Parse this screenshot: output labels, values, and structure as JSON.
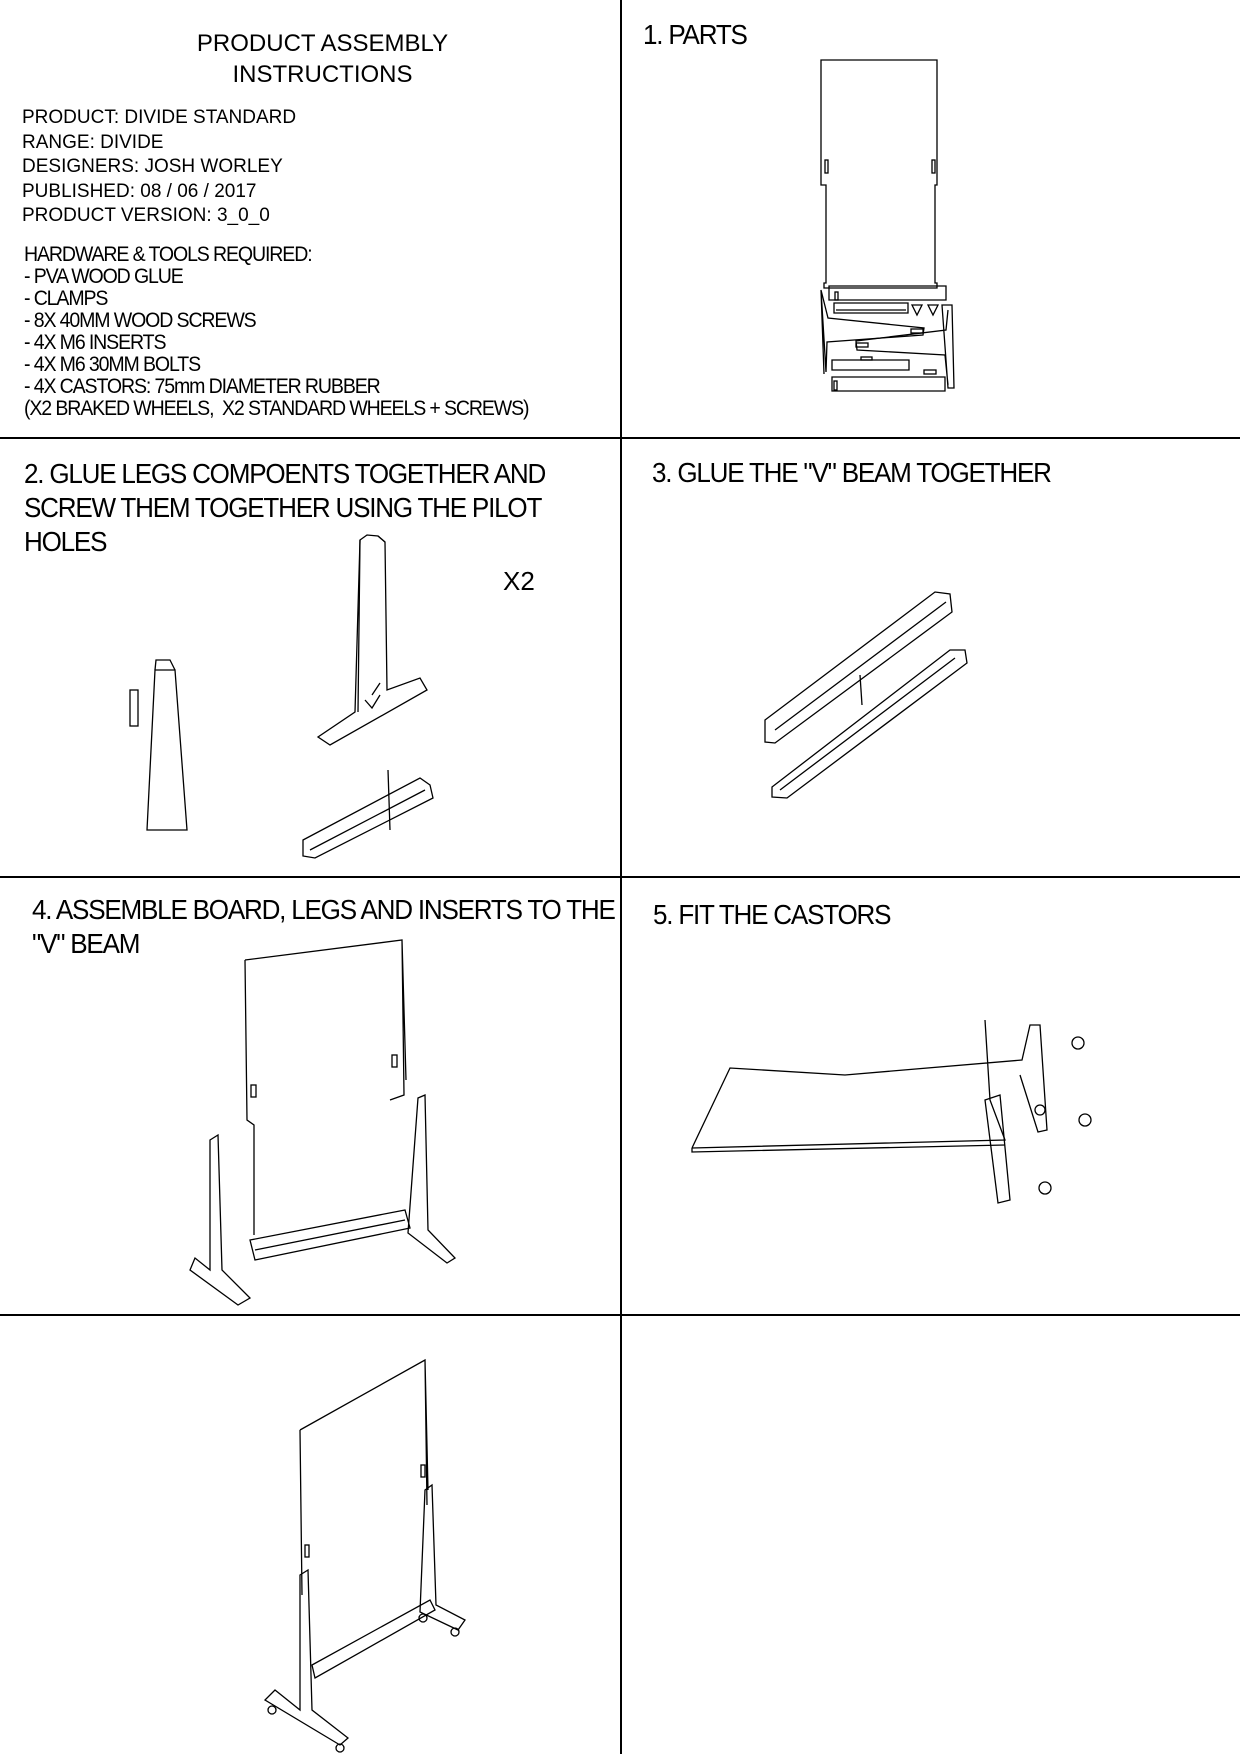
{
  "header": {
    "title_lines": [
      "PRODUCT ASSEMBLY",
      "INSTRUCTIONS"
    ],
    "info": [
      "PRODUCT: DIVIDE STANDARD",
      "RANGE: DIVIDE",
      "DESIGNERS: JOSH WORLEY",
      "PUBLISHED: 08 / 06 / 2017",
      "PRODUCT VERSION: 3_0_0"
    ],
    "hardware_title": "HARDWARE & TOOLS REQUIRED:",
    "hardware": [
      "- PVA WOOD GLUE",
      "- CLAMPS",
      "- 8X 40MM WOOD SCREWS",
      "- 4X M6 INSERTS",
      "- 4X M6 30MM BOLTS",
      "- 4X CASTORS: 75mm DIAMETER RUBBER",
      "(X2 BRAKED WHEELS,  X2 STANDARD WHEELS + SCREWS)"
    ]
  },
  "steps": [
    {
      "lines": [
        "1. PARTS"
      ]
    },
    {
      "lines": [
        "2. GLUE LEGS COMPOENTS TOGETHER AND",
        "SCREW THEM TOGETHER USING THE PILOT",
        "HOLES"
      ],
      "note": "X2"
    },
    {
      "lines": [
        "3. GLUE THE \"V\" BEAM TOGETHER"
      ]
    },
    {
      "lines": [
        "4. ASSEMBLE BOARD, LEGS AND INSERTS TO THE",
        "\"V\" BEAM"
      ]
    },
    {
      "lines": [
        "5. FIT THE CASTORS"
      ]
    }
  ]
}
